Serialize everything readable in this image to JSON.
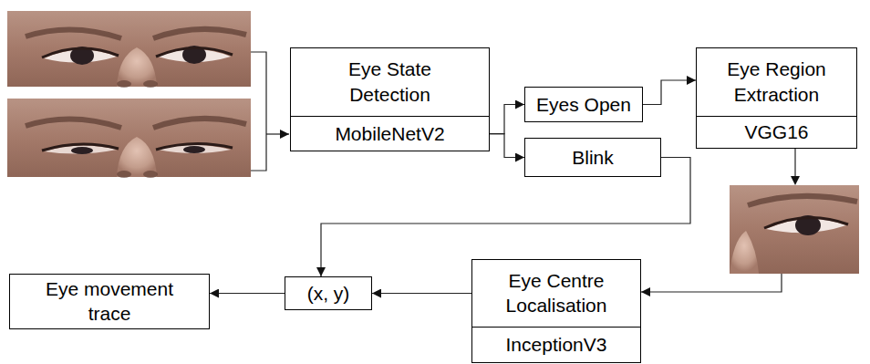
{
  "diagram": {
    "nodes": [
      {
        "text": [
          "Eye State Detection",
          "MobileNetV2"
        ]
      },
      {
        "text": [
          "Eyes Open"
        ]
      },
      {
        "text": [
          "Blink"
        ]
      },
      {
        "text": [
          "Eye Region Extraction",
          "VGG16"
        ]
      },
      {
        "text": [
          "Eye Centre Localisation",
          "InceptionV3"
        ]
      },
      {
        "text": [
          "(x, y)"
        ]
      },
      {
        "text": [
          "Eye movement trace"
        ]
      }
    ],
    "edges": [
      {
        "from": 0,
        "to": 1,
        "arrow": "to"
      },
      {
        "from": 0,
        "to": 2,
        "arrow": "to"
      },
      {
        "from": 1,
        "to": 3,
        "arrow": "to"
      },
      {
        "from": 2,
        "to": 5,
        "arrow": "to"
      },
      {
        "from": 3,
        "to": 4,
        "arrow": "to"
      },
      {
        "from": 4,
        "to": 5,
        "arrow": "to"
      },
      {
        "from": 5,
        "to": 6,
        "arrow": "to"
      }
    ]
  }
}
